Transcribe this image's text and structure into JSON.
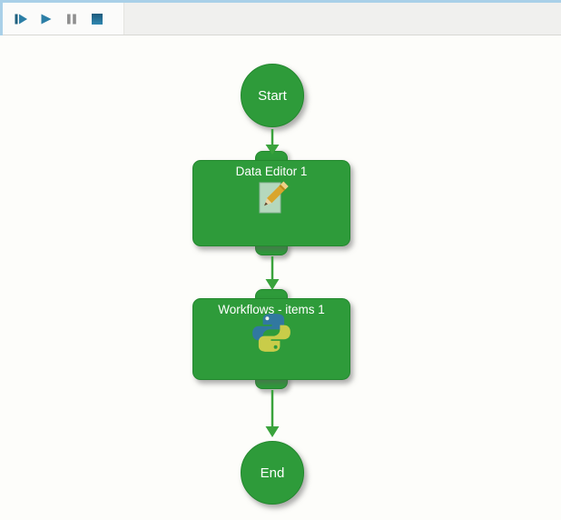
{
  "toolbar": {
    "buttons": [
      {
        "name": "step",
        "icon": "step-run-icon"
      },
      {
        "name": "run",
        "icon": "play-icon"
      },
      {
        "name": "pause",
        "icon": "pause-icon"
      },
      {
        "name": "stop",
        "icon": "stop-icon"
      }
    ]
  },
  "workflow": {
    "nodes": [
      {
        "id": "start",
        "type": "start",
        "label": "Start"
      },
      {
        "id": "data-editor-1",
        "type": "activity",
        "label": "Data Editor 1",
        "icon": "pencil-document-icon"
      },
      {
        "id": "workflows-items-1",
        "type": "activity",
        "label": "Workflows - items 1",
        "icon": "python-icon"
      },
      {
        "id": "end",
        "type": "end",
        "label": "End"
      }
    ],
    "connections": [
      {
        "from": "start",
        "to": "data-editor-1"
      },
      {
        "from": "data-editor-1",
        "to": "workflows-items-1"
      },
      {
        "from": "workflows-items-1",
        "to": "end"
      }
    ]
  },
  "colors": {
    "window_accent_blue": "#a9d0e8",
    "toolbar_bg": "#f0f0ee",
    "toolbar_strip_bg": "#fbfbfa",
    "canvas_bg": "#fdfdfa",
    "node_green": "#2e9b3a",
    "node_border_green": "#23882e",
    "arrow_green": "#3aa33c",
    "run_icon_blue": "#2b7ea6",
    "pause_icon_gray": "#8f8f8f",
    "node_label_color": "#ffffff"
  }
}
